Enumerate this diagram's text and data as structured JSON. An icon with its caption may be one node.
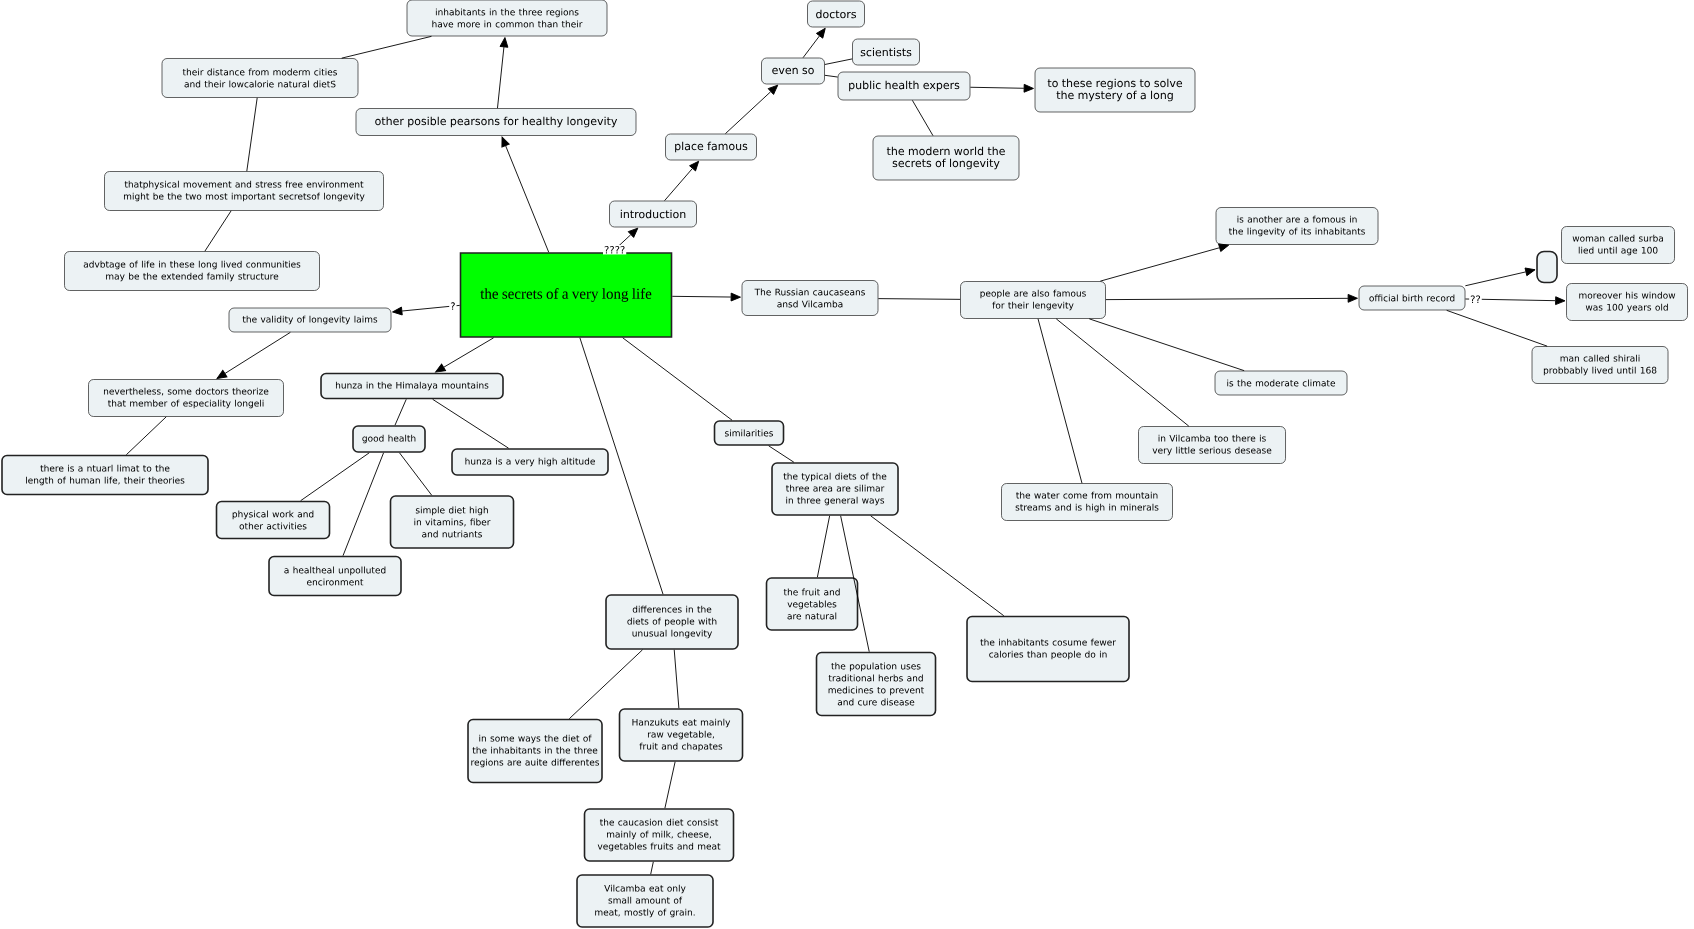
{
  "diagram": {
    "nodes": [
      {
        "text": [
          "the secrets of a very long life"
        ]
      },
      {
        "text": [
          "other posible pearsons for healthy longevity"
        ]
      },
      {
        "text": [
          "inhabitants in the three regions have more in common than their"
        ]
      },
      {
        "text": [
          "their distance from moderm cities and their lowcalorie natural dietS"
        ]
      },
      {
        "text": [
          "thatphysical movement and stress free environment might be the two most important secretsof longevity"
        ]
      },
      {
        "text": [
          "advbtage of life in these long lived conmunities may be the extended family structure"
        ]
      },
      {
        "text": [
          "introduction"
        ]
      },
      {
        "text": [
          "place famous"
        ]
      },
      {
        "text": [
          "even so"
        ]
      },
      {
        "text": [
          "doctors"
        ]
      },
      {
        "text": [
          "scientists"
        ]
      },
      {
        "text": [
          "public health expers"
        ]
      },
      {
        "text": [
          "to these regions to solve the mystery of a long"
        ]
      },
      {
        "text": [
          "the modern world the secrets of longevity"
        ]
      },
      {
        "text": [
          "The Russian caucaseans ansd Vilcamba"
        ]
      },
      {
        "text": [
          "people are also famous for their lengevity"
        ]
      },
      {
        "text": [
          "is another are a fomous in the lingevity of its inhabitants"
        ]
      },
      {
        "text": [
          "official birth record"
        ]
      },
      {
        "text": [],
        "shape": "box"
      },
      {
        "text": [
          "woman called surba lied until age 100"
        ]
      },
      {
        "text": [
          "moreover his window was 100 years old"
        ]
      },
      {
        "text": [
          "man called shirali probbably lived until 168"
        ]
      },
      {
        "text": [
          "is the moderate climate"
        ]
      },
      {
        "text": [
          "in Vilcamba too there is very little serious desease"
        ]
      },
      {
        "text": [
          "the water come from mountain streams and is high in minerals"
        ]
      },
      {
        "text": [
          "the validity of longevity laims"
        ]
      },
      {
        "text": [
          "nevertheless, some doctors theorize that member of especiality longeli"
        ]
      },
      {
        "text": [
          "there is a ntuarl limat to the length of human life, their theories"
        ]
      },
      {
        "text": [
          "hunza in the Himalaya mountains"
        ]
      },
      {
        "text": [
          "good health"
        ]
      },
      {
        "text": [
          "hunza is a very high altitude"
        ]
      },
      {
        "text": [
          "physical work and other activities"
        ]
      },
      {
        "text": [
          "simple diet high in vitamins, fiber and nutriants"
        ]
      },
      {
        "text": [
          "a healtheal unpolluted encironment"
        ]
      },
      {
        "text": [
          "similarities"
        ]
      },
      {
        "text": [
          "the typical diets of the three area are silimar in three general ways"
        ]
      },
      {
        "text": [
          "the fruit and vegetables are natural"
        ]
      },
      {
        "text": [
          "the population uses traditional herbs and medicines to prevent and cure disease"
        ]
      },
      {
        "text": [
          "the inhabitants cosume fewer calories than people do in"
        ]
      },
      {
        "text": [
          "differences in the diets of people with unusual longevity"
        ]
      },
      {
        "text": [
          "in some ways the diet of the inhabitants in the three regions are auite differentes"
        ]
      },
      {
        "text": [
          "Hanzukuts eat mainly raw vegetable, fruit and chapates"
        ]
      },
      {
        "text": [
          "the caucasion diet consist mainly of milk, cheese, vegetables fruits and meat"
        ]
      },
      {
        "text": [
          "Vilcamba eat only small amount of meat, mostly of grain."
        ]
      }
    ],
    "edges": [
      {
        "from": 0,
        "to": 1,
        "arrow": "to"
      },
      {
        "from": 1,
        "to": 2,
        "arrow": "to"
      },
      {
        "from": 2,
        "to": 3,
        "arrow": "none"
      },
      {
        "from": 3,
        "to": 4,
        "arrow": "none"
      },
      {
        "from": 4,
        "to": 5,
        "arrow": "none"
      },
      {
        "from": 0,
        "to": 6,
        "arrow": "to",
        "label": "????"
      },
      {
        "from": 6,
        "to": 7,
        "arrow": "to"
      },
      {
        "from": 7,
        "to": 8,
        "arrow": "to"
      },
      {
        "from": 8,
        "to": 9,
        "arrow": "to"
      },
      {
        "from": 8,
        "to": 10,
        "arrow": "none"
      },
      {
        "from": 8,
        "to": 11,
        "arrow": "none"
      },
      {
        "from": 11,
        "to": 12,
        "arrow": "to"
      },
      {
        "from": 11,
        "to": 13,
        "arrow": "none"
      },
      {
        "from": 0,
        "to": 14,
        "arrow": "to"
      },
      {
        "from": 14,
        "to": 15,
        "arrow": "none"
      },
      {
        "from": 15,
        "to": 16,
        "arrow": "to"
      },
      {
        "from": 15,
        "to": 17,
        "arrow": "to"
      },
      {
        "from": 15,
        "to": 22,
        "arrow": "none"
      },
      {
        "from": 15,
        "to": 23,
        "arrow": "none"
      },
      {
        "from": 15,
        "to": 24,
        "arrow": "none"
      },
      {
        "from": 17,
        "to": 18,
        "arrow": "to"
      },
      {
        "from": 17,
        "to": 20,
        "arrow": "to",
        "label": "??"
      },
      {
        "from": 17,
        "to": 21,
        "arrow": "none"
      },
      {
        "from": 0,
        "to": 25,
        "arrow": "to",
        "label": "?"
      },
      {
        "from": 25,
        "to": 26,
        "arrow": "to"
      },
      {
        "from": 26,
        "to": 27,
        "arrow": "none"
      },
      {
        "from": 0,
        "to": 28,
        "arrow": "to"
      },
      {
        "from": 28,
        "to": 29,
        "arrow": "none"
      },
      {
        "from": 28,
        "to": 30,
        "arrow": "none"
      },
      {
        "from": 29,
        "to": 31,
        "arrow": "none"
      },
      {
        "from": 29,
        "to": 32,
        "arrow": "none"
      },
      {
        "from": 29,
        "to": 33,
        "arrow": "none"
      },
      {
        "from": 0,
        "to": 34,
        "arrow": "none"
      },
      {
        "from": 34,
        "to": 35,
        "arrow": "none"
      },
      {
        "from": 35,
        "to": 36,
        "arrow": "none"
      },
      {
        "from": 35,
        "to": 37,
        "arrow": "none"
      },
      {
        "from": 35,
        "to": 38,
        "arrow": "none"
      },
      {
        "from": 0,
        "to": 39,
        "arrow": "none"
      },
      {
        "from": 39,
        "to": 40,
        "arrow": "none"
      },
      {
        "from": 39,
        "to": 41,
        "arrow": "none"
      },
      {
        "from": 41,
        "to": 42,
        "arrow": "none"
      },
      {
        "from": 42,
        "to": 43,
        "arrow": "none"
      }
    ]
  }
}
